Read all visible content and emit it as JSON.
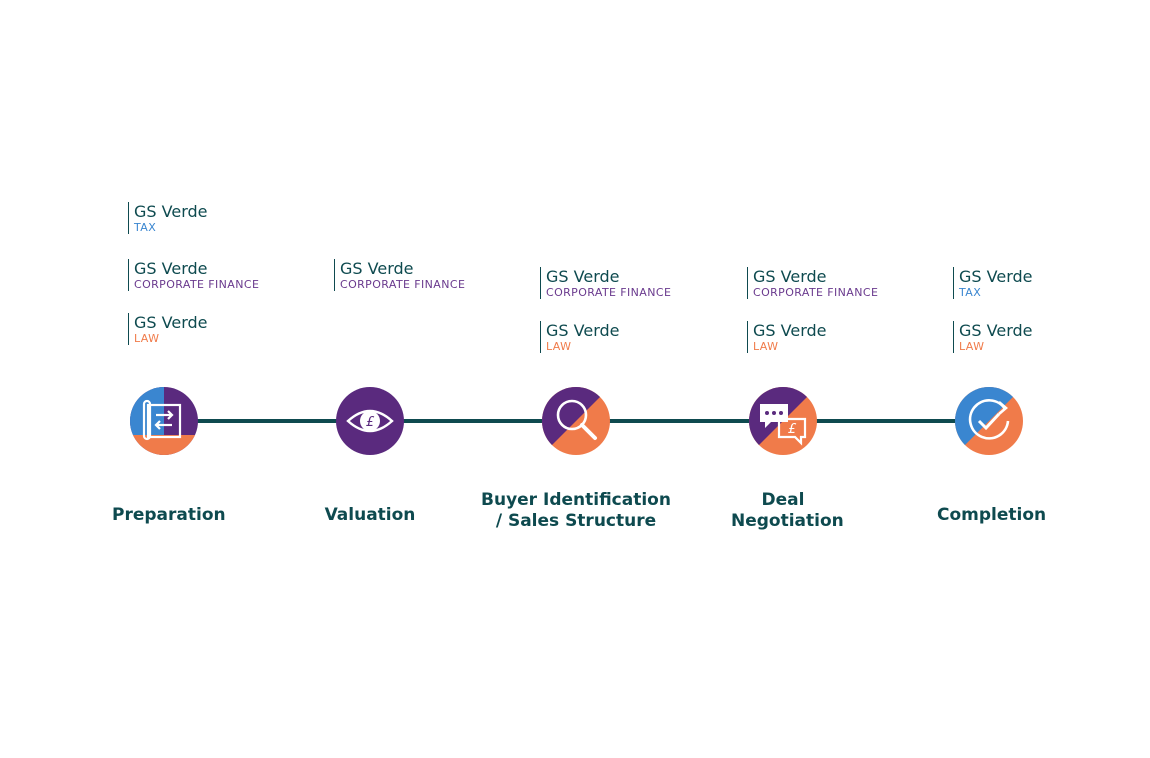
{
  "colors": {
    "teal": "#0e4a4f",
    "purple": "#5a2a7e",
    "orange": "#f07b4a",
    "blue": "#3a86d0",
    "tax": "#3a86d0",
    "corporate_finance": "#6a3a8e",
    "law": "#f07b4a"
  },
  "stages": [
    {
      "label_lines": [
        "Preparation"
      ],
      "icon": "plan-transfer-icon",
      "tags": [
        {
          "brand": "GS Verde",
          "division": "TAX",
          "color": "#3a86d0"
        },
        {
          "brand": "GS Verde",
          "division": "CORPORATE FINANCE",
          "color": "#6a3a8e"
        },
        {
          "brand": "GS Verde",
          "division": "LAW",
          "color": "#f07b4a"
        }
      ]
    },
    {
      "label_lines": [
        "Valuation"
      ],
      "icon": "eye-pound-icon",
      "tags": [
        {
          "brand": "GS Verde",
          "division": "CORPORATE FINANCE",
          "color": "#6a3a8e"
        }
      ]
    },
    {
      "label_lines": [
        "Buyer Identification",
        "/ Sales Structure"
      ],
      "icon": "magnifier-icon",
      "tags": [
        {
          "brand": "GS Verde",
          "division": "CORPORATE FINANCE",
          "color": "#6a3a8e"
        },
        {
          "brand": "GS Verde",
          "division": "LAW",
          "color": "#f07b4a"
        }
      ]
    },
    {
      "label_lines": [
        "Deal",
        "Negotiation"
      ],
      "icon": "chat-pound-icon",
      "tags": [
        {
          "brand": "GS Verde",
          "division": "CORPORATE FINANCE",
          "color": "#6a3a8e"
        },
        {
          "brand": "GS Verde",
          "division": "LAW",
          "color": "#f07b4a"
        }
      ]
    },
    {
      "label_lines": [
        "Completion"
      ],
      "icon": "check-cycle-icon",
      "tags": [
        {
          "brand": "GS Verde",
          "division": "TAX",
          "color": "#3a86d0"
        },
        {
          "brand": "GS Verde",
          "division": "LAW",
          "color": "#f07b4a"
        }
      ]
    }
  ]
}
